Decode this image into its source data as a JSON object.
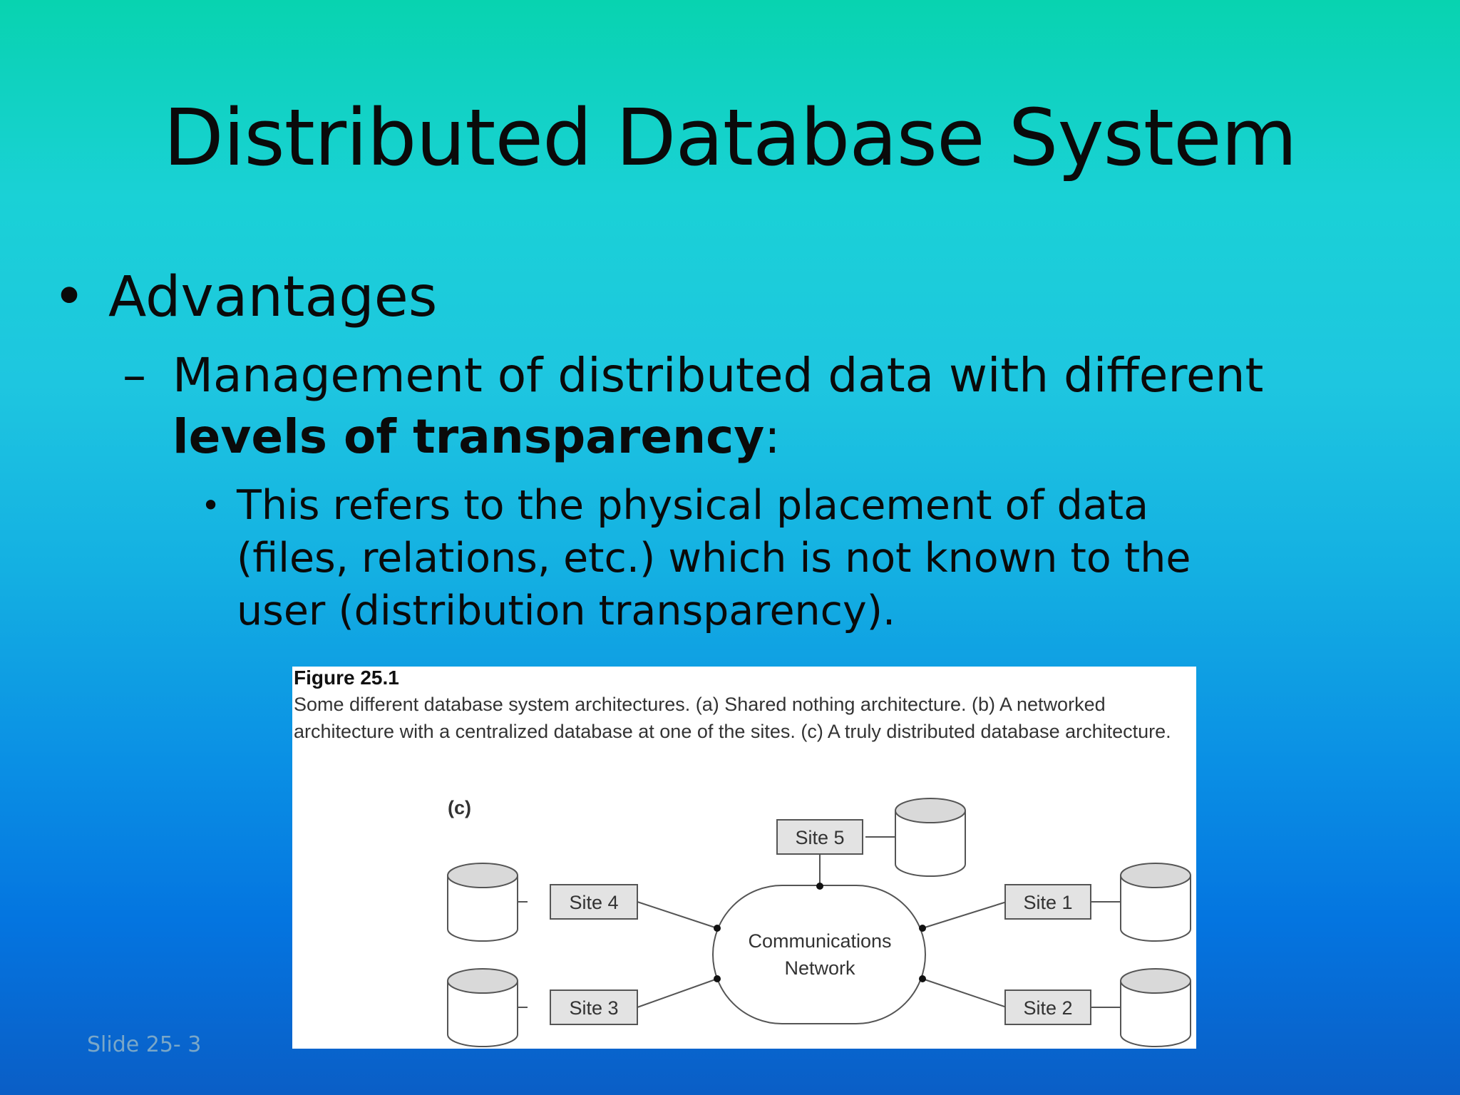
{
  "slide": {
    "title": "Distributed Database System",
    "bullet1": "Advantages",
    "bullet2": {
      "prefix": "Management of distributed data with different ",
      "bold": "levels of transparency",
      "suffix": ":"
    },
    "bullet3": "This refers to the physical placement of data (files, relations, etc.) which is not known to the user (distribution transparency).",
    "footer": "Slide 25- 3"
  },
  "figure": {
    "label": "Figure 25.1",
    "caption": "Some different database system architectures. (a) Shared nothing architecture. (b) A networked architecture with a centralized database at one of the sites. (c) A truly distributed database architecture.",
    "panel_label": "(c)",
    "network_label_line1": "Communications",
    "network_label_line2": "Network",
    "sites": [
      "Site 5",
      "Site 4",
      "Site 1",
      "Site 3",
      "Site 2"
    ]
  }
}
